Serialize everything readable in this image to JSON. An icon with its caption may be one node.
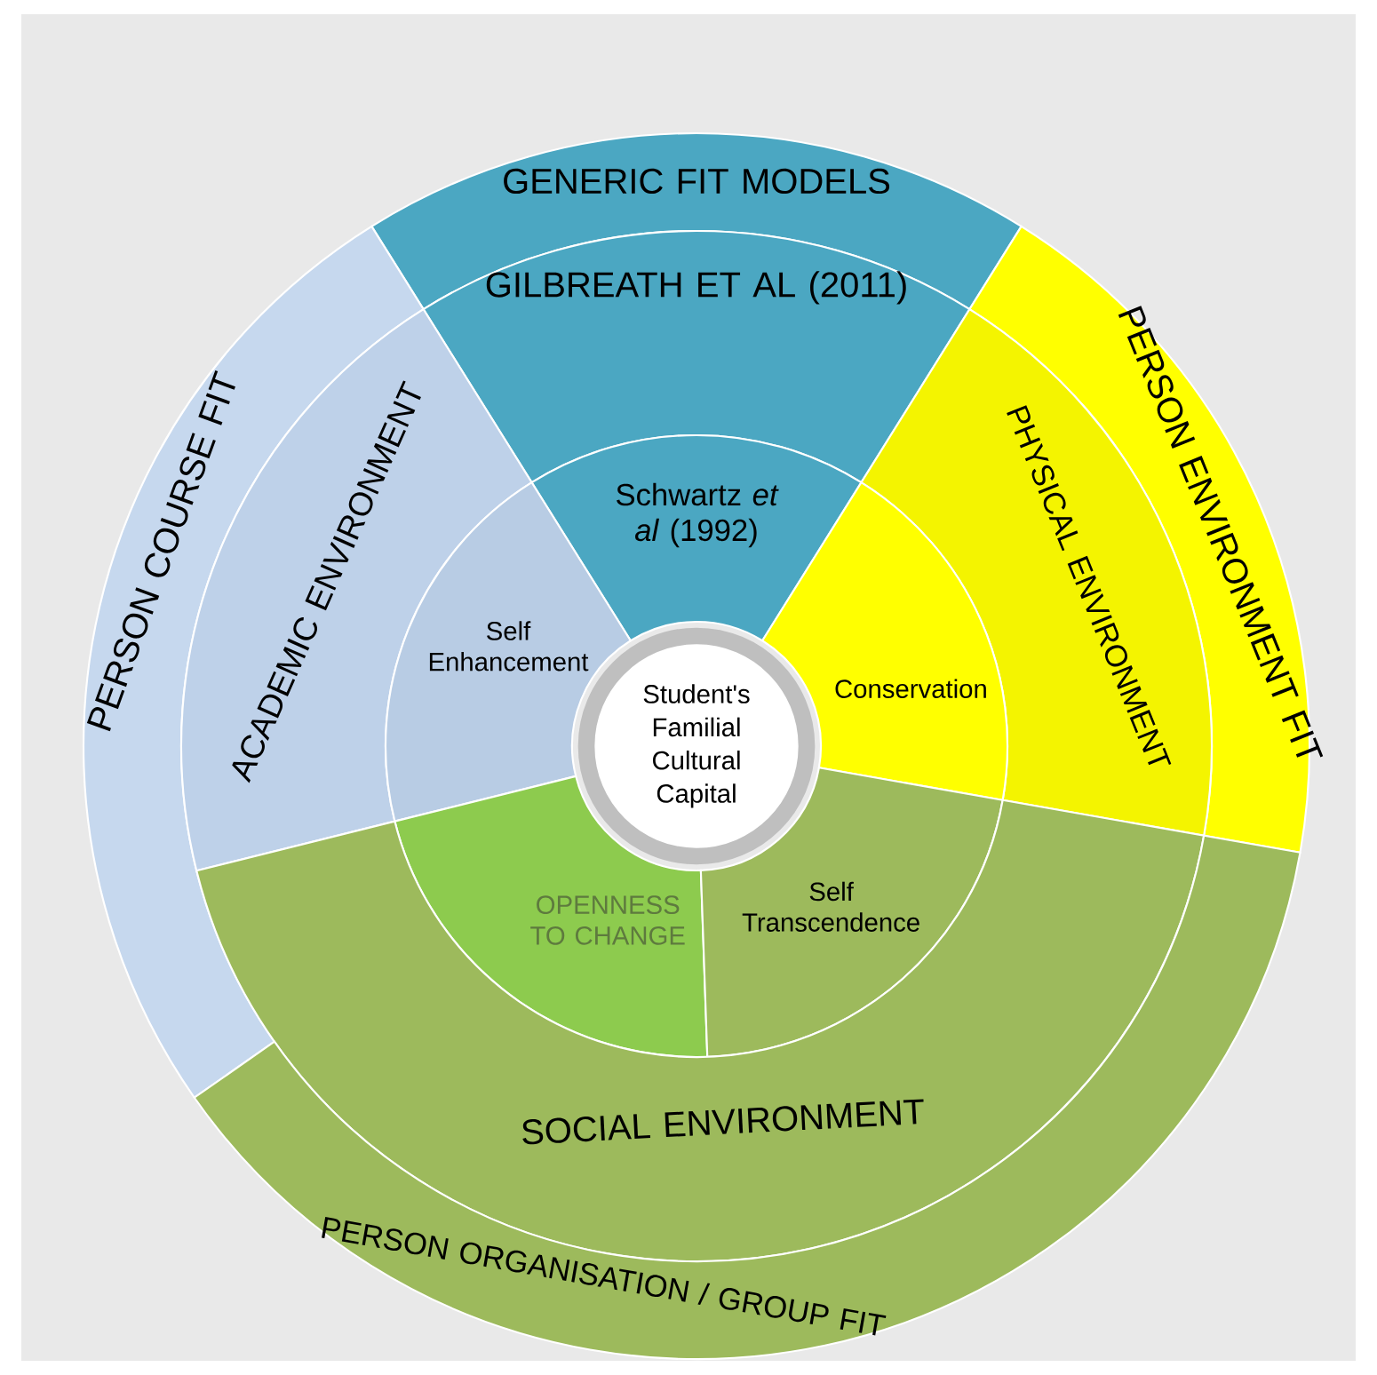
{
  "diagram": {
    "nodes": [
      {
        "text": [
          "GENERIC FIT MODELS"
        ]
      },
      {
        "text": [
          "GILBREATH ET AL (2011)"
        ]
      },
      {
        "text": [
          "Schwartz *et al* (1992)"
        ]
      },
      {
        "text": [
          "PERSON ENVIRONMENT FIT"
        ]
      },
      {
        "text": [
          "PHYSICAL ENVIRONMENT"
        ]
      },
      {
        "text": [
          "Conservation"
        ]
      },
      {
        "text": [
          "PERSON COURSE FIT"
        ]
      },
      {
        "text": [
          "ACADEMIC ENVIRONMENT"
        ]
      },
      {
        "text": [
          "Self Enhancement"
        ]
      },
      {
        "text": [
          "Student's Familial Cultural Capital"
        ]
      },
      {
        "text": [
          "OPENNESS TO CHANGE"
        ]
      },
      {
        "text": [
          "Self Transcendence"
        ]
      },
      {
        "text": [
          "SOCIAL ENVIRONMENT"
        ]
      },
      {
        "text": [
          "PERSON ORGANISATION / GROUP FIT"
        ]
      }
    ]
  }
}
